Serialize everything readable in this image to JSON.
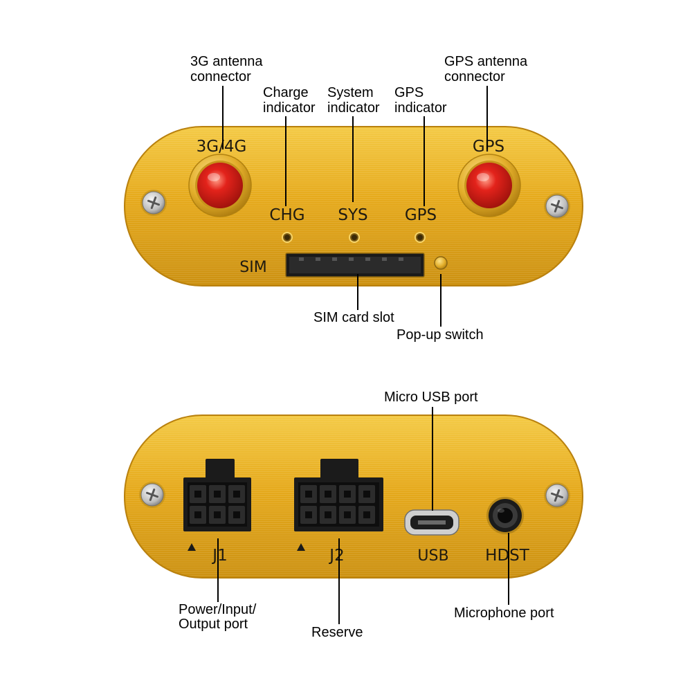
{
  "devices": {
    "top": {
      "printed": {
        "antenna_3g": "3G/4G",
        "antenna_gps": "GPS",
        "led_chg": "CHG",
        "led_sys": "SYS",
        "led_gps": "GPS",
        "sim": "SIM"
      }
    },
    "bottom": {
      "printed": {
        "j1": "J1",
        "j2": "J2",
        "usb": "USB",
        "hdst": "HDST"
      }
    }
  },
  "callouts": {
    "antenna_3g": [
      "3G antenna",
      "connector"
    ],
    "charge_indicator": [
      "Charge",
      "indicator"
    ],
    "system_indicator": [
      "System",
      "indicator"
    ],
    "gps_indicator": [
      "GPS",
      "indicator"
    ],
    "antenna_gps": [
      "GPS antenna",
      "connector"
    ],
    "sim_slot": [
      "SIM card slot"
    ],
    "popup_switch": [
      "Pop-up switch"
    ],
    "micro_usb": [
      "Micro USB port"
    ],
    "power_io": [
      "Power/Input/",
      "Output port"
    ],
    "reserve": [
      "Reserve"
    ],
    "microphone": [
      "Microphone port"
    ]
  },
  "colors": {
    "body": "#E6AA1C",
    "antenna_cap": "#E3231B",
    "connector": "#1B1B1B",
    "callout_line": "#000000"
  }
}
